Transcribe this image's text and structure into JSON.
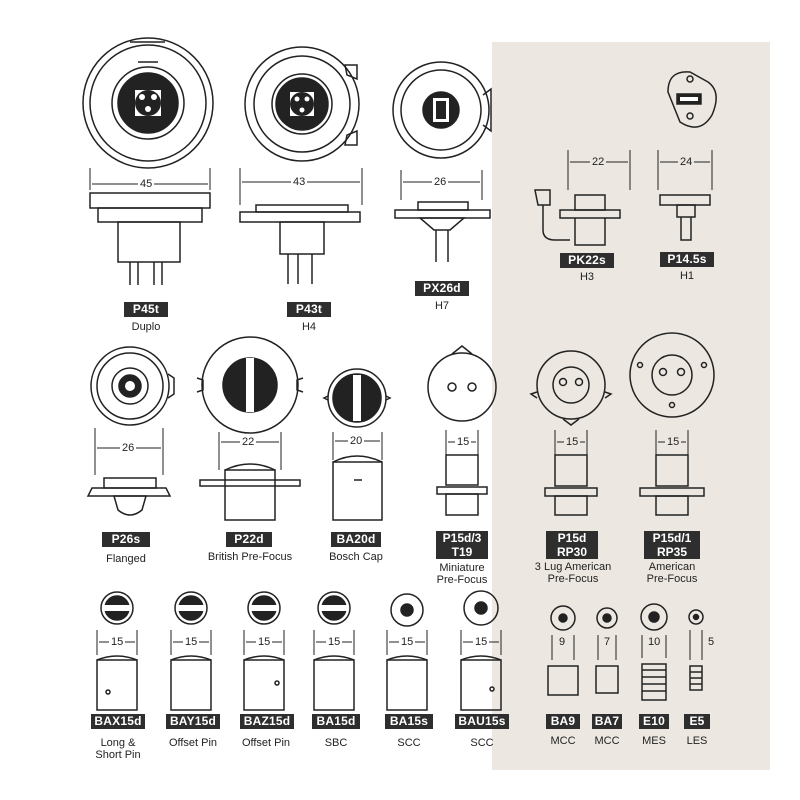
{
  "bulbs": [
    {
      "code": "P45t",
      "name": "Duplo",
      "dim": "45"
    },
    {
      "code": "P43t",
      "name": "H4",
      "dim": "43"
    },
    {
      "code": "PX26d",
      "name": "H7",
      "dim": "26"
    },
    {
      "code": "PK22s",
      "name": "H3",
      "dim": "22"
    },
    {
      "code": "P14.5s",
      "name": "H1",
      "dim": "24"
    },
    {
      "code": "P26s",
      "name": "Flanged",
      "dim": "26"
    },
    {
      "code": "P22d",
      "name": "British Pre-Focus",
      "dim": "22"
    },
    {
      "code": "BA20d",
      "name": "Bosch Cap",
      "dim": "20"
    },
    {
      "code": "P15d/3",
      "code2": "T19",
      "name": "Miniature",
      "name2": "Pre-Focus",
      "dim": "15"
    },
    {
      "code": "P15d",
      "code2": "RP30",
      "name": "3 Lug American",
      "name2": "Pre-Focus",
      "dim": "15"
    },
    {
      "code": "P15d/1",
      "code2": "RP35",
      "name": "American",
      "name2": "Pre-Focus",
      "dim": "15"
    },
    {
      "code": "BAX15d",
      "name": "Long &",
      "name2": "Short Pin",
      "dim": "15"
    },
    {
      "code": "BAY15d",
      "name": "Offset Pin",
      "dim": "15"
    },
    {
      "code": "BAZ15d",
      "name": "Offset Pin",
      "dim": "15"
    },
    {
      "code": "BA15d",
      "name": "SBC",
      "dim": "15"
    },
    {
      "code": "BA15s",
      "name": "SCC",
      "dim": "15"
    },
    {
      "code": "BAU15s",
      "name": "SCC",
      "dim": "15"
    },
    {
      "code": "BA9",
      "name": "MCC",
      "dim": "9"
    },
    {
      "code": "BA7",
      "name": "MCC",
      "dim": "7"
    },
    {
      "code": "E10",
      "name": "MES",
      "dim": "10"
    },
    {
      "code": "E5",
      "name": "LES",
      "dim": "5"
    }
  ],
  "colors": {
    "ink": "#222222",
    "label_bg": "#2e2e2e",
    "shade": "#ece8e1"
  }
}
